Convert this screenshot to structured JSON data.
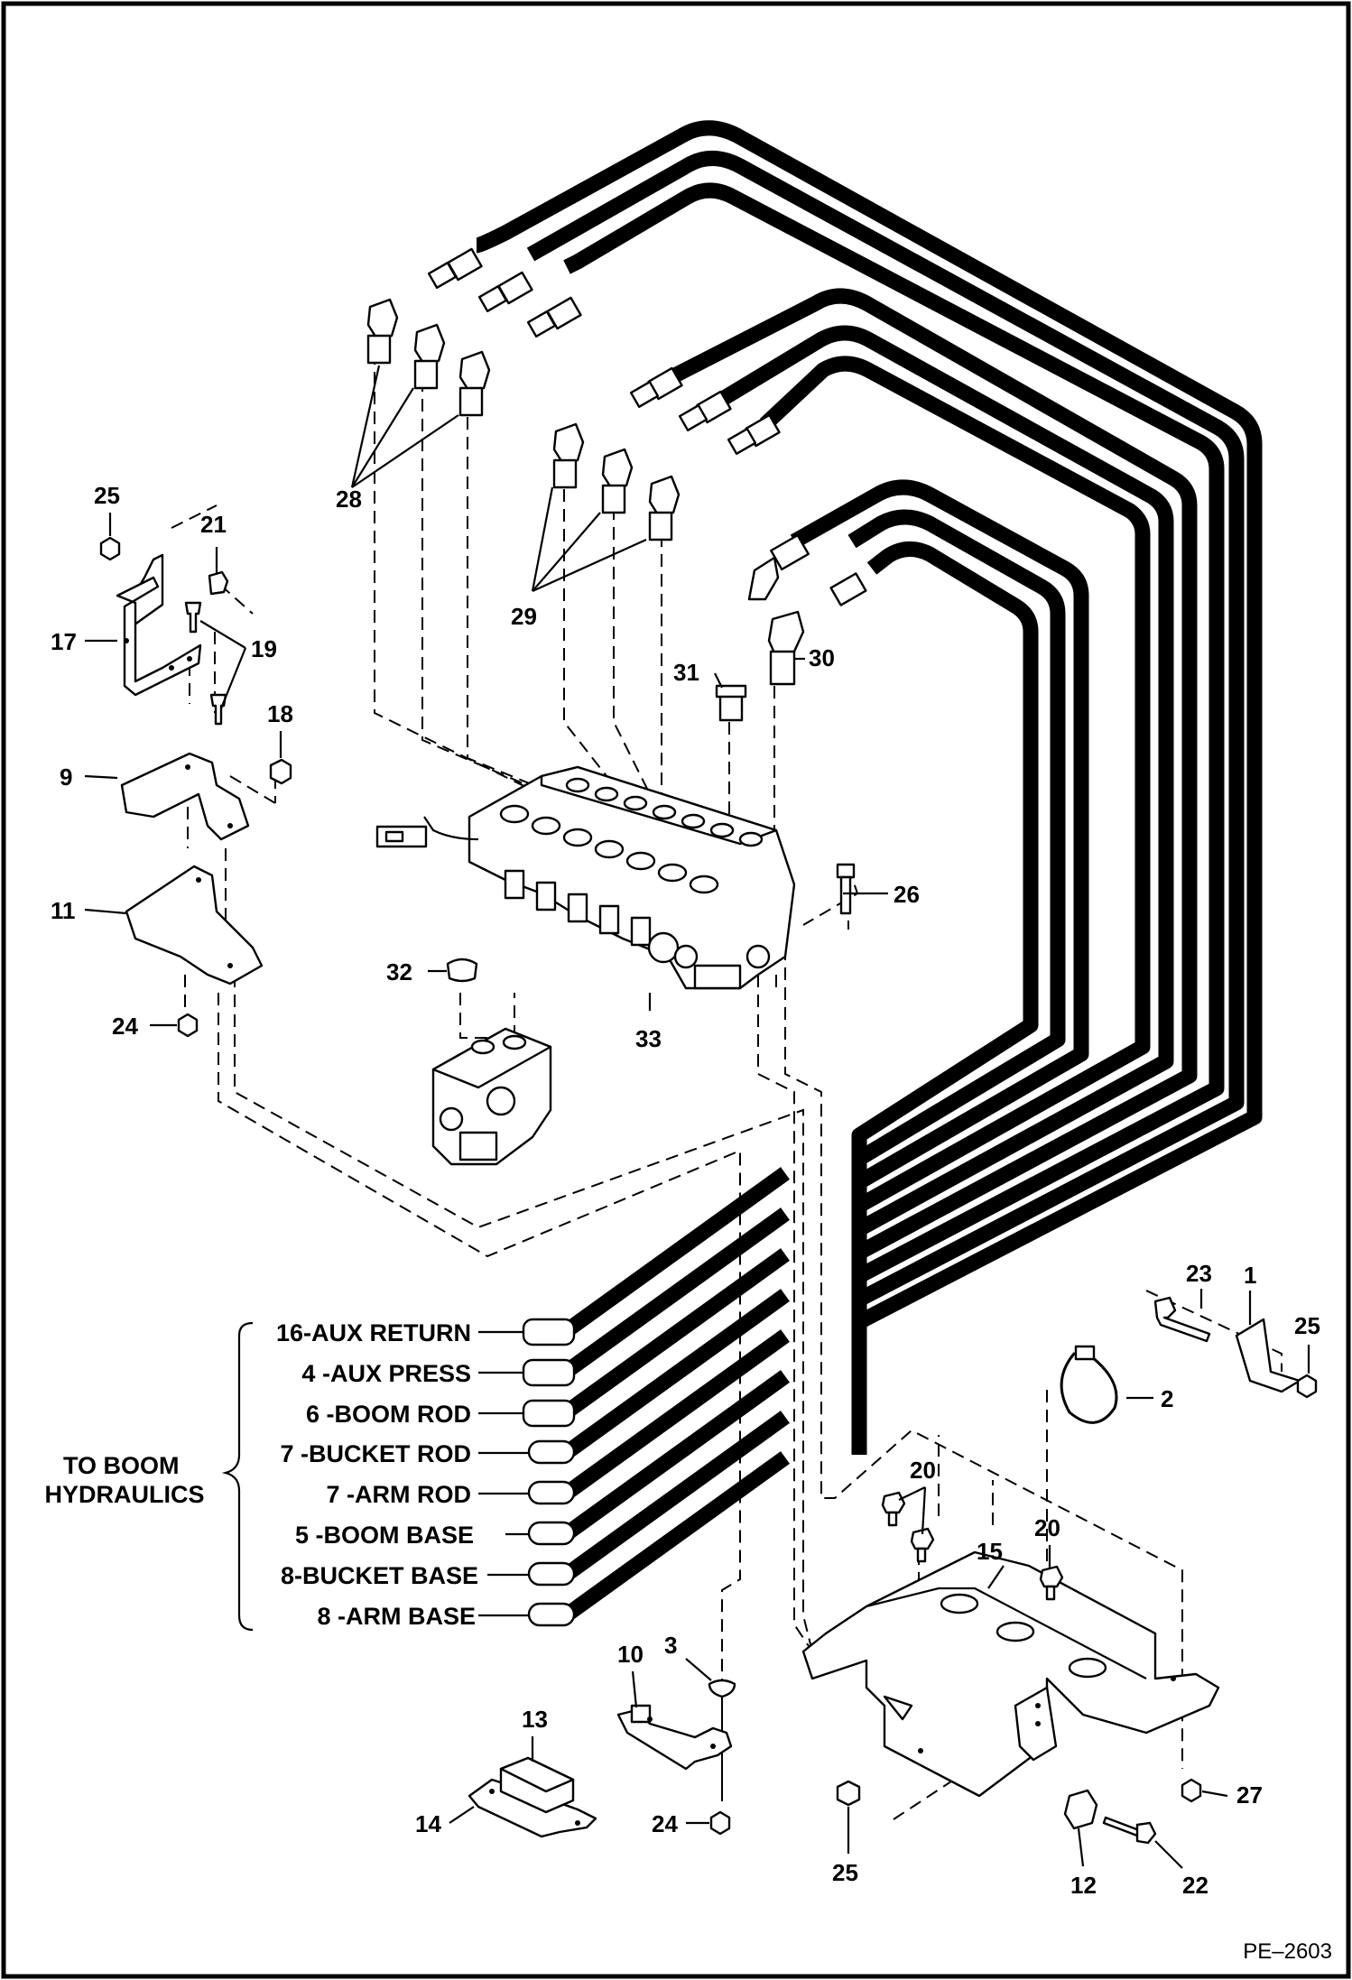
{
  "drawing_id": "PE–2603",
  "group_label": "TO BOOM HYDRAULICS",
  "group_label_lines": [
    "TO BOOM",
    "HYDRAULICS"
  ],
  "hose_labels": [
    {
      "num": "16",
      "name": "AUX RETURN"
    },
    {
      "num": "4",
      "name": "AUX PRESS"
    },
    {
      "num": "6",
      "name": "BOOM ROD"
    },
    {
      "num": "7",
      "name": "BUCKET ROD"
    },
    {
      "num": "7",
      "name": "ARM ROD"
    },
    {
      "num": "5",
      "name": "BOOM BASE"
    },
    {
      "num": "8",
      "name": "BUCKET BASE"
    },
    {
      "num": "8",
      "name": "ARM BASE"
    }
  ],
  "callouts": {
    "c1": "1",
    "c2": "2",
    "c3": "3",
    "c9": "9",
    "c10": "10",
    "c11": "11",
    "c12": "12",
    "c13": "13",
    "c14": "14",
    "c15": "15",
    "c17": "17",
    "c18": "18",
    "c19": "19",
    "c20a": "20",
    "c20b": "20",
    "c21": "21",
    "c22": "22",
    "c23": "23",
    "c24a": "24",
    "c24b": "24",
    "c25a": "25",
    "c25b": "25",
    "c25c": "25",
    "c26": "26",
    "c27": "27",
    "c28": "28",
    "c29": "29",
    "c30": "30",
    "c31": "31",
    "c32": "32",
    "c33": "33"
  }
}
